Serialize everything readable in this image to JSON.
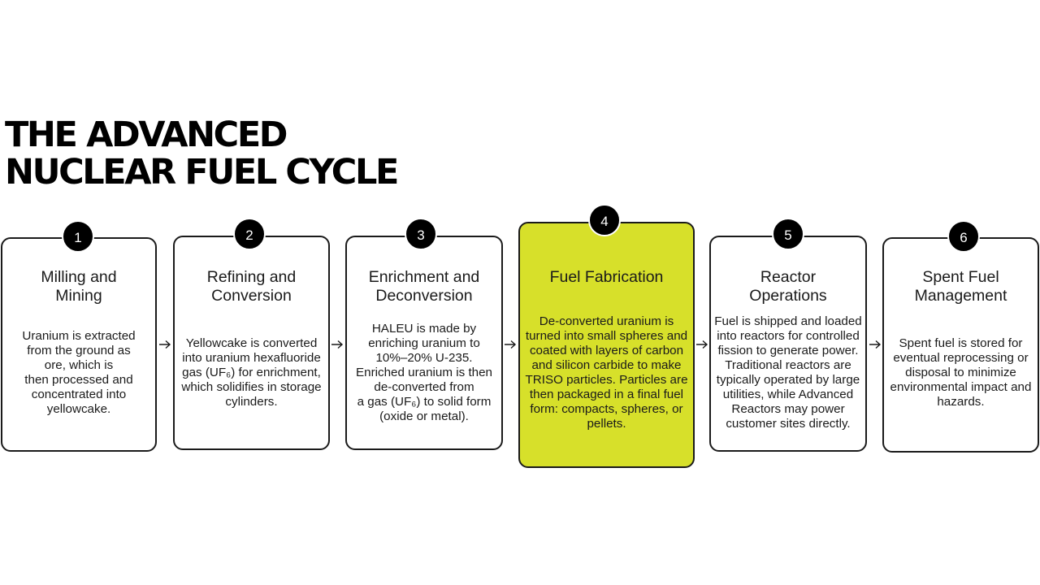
{
  "title": {
    "line1": "THE ADVANCED",
    "line2": "NUCLEAR FUEL CYCLE"
  },
  "colors": {
    "highlight": "#d7e02a",
    "badge": "#000000",
    "border": "#1a1a1a"
  },
  "steps": [
    {
      "number": "1",
      "title": "Milling and\nMining",
      "text": "Uranium is extracted\nfrom the ground as\nore, which is\nthen processed and\nconcentrated into\nyellowcake."
    },
    {
      "number": "2",
      "title": "Refining and\nConversion",
      "text": "Yellowcake is converted\ninto uranium hexafluoride\ngas (UF₆) for enrichment,\nwhich solidifies in storage\ncylinders."
    },
    {
      "number": "3",
      "title": "Enrichment and\nDeconversion",
      "text": "HALEU is made by\nenriching uranium to\n10%–20% U-235.\nEnriched uranium is then\nde-converted from\na gas (UF₆) to solid form\n(oxide or metal)."
    },
    {
      "number": "4",
      "title": "Fuel Fabrication",
      "text": "De-converted uranium is\nturned into small spheres and\ncoated with layers of carbon\nand silicon carbide to make\nTRISO particles. Particles are\nthen packaged in a final fuel\nform: compacts, spheres, or\npellets."
    },
    {
      "number": "5",
      "title": "Reactor\nOperations",
      "text": "Fuel is shipped and loaded\ninto reactors for controlled\nfission to generate power.\nTraditional reactors are\ntypically operated by large\nutilities, while Advanced\nReactors may power\ncustomer sites directly."
    },
    {
      "number": "6",
      "title": "Spent Fuel\nManagement",
      "text": "Spent fuel is stored for\neventual reprocessing or\ndisposal to minimize\nenvironmental impact and\nhazards."
    }
  ]
}
